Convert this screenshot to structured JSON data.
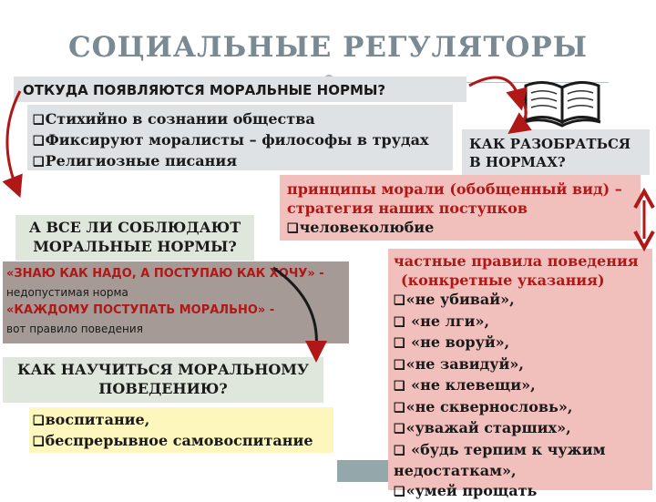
{
  "title": "СОЦИАЛЬНЫЕ РЕГУЛЯТОРЫ",
  "q1": "ОТКУДА ПОЯВЛЯЮТСЯ МОРАЛЬНЫЕ НОРМЫ?",
  "sources": [
    "Стихийно в сознании общества",
    "Фиксируют моралисты – философы в трудах",
    "Религиозные писания"
  ],
  "q2": [
    "КАК РАЗОБРАТЬСЯ",
    "В НОРМАХ?"
  ],
  "principles": {
    "heading": [
      "принципы морали (обобщенный вид) –",
      "стратегия наших поступков"
    ],
    "item": "человеколюбие"
  },
  "q3": [
    "А ВСЕ ЛИ СОБЛЮДАЮТ",
    "МОРАЛЬНЫЕ НОРМЫ?"
  ],
  "quotes": {
    "q_a": "«ЗНАЮ  КАК  НАДО, А ПОСТУПАЮ КАК ХОЧУ» -",
    "a_a": "недопустимая норма",
    "q_b": "«КАЖДОМУ ПОСТУПАТЬ МОРАЛЬНО» -",
    "a_b": "вот правило поведения"
  },
  "rules": {
    "heading": [
      "частные правила поведения",
      "(конкретные указания)"
    ],
    "items": [
      "«не убивай»,",
      " «не лги»,",
      " «не воруй»,",
      "«не завидуй»,",
      " «не клевещи»,",
      "«не сквернословь»,",
      "«уважай старших»,",
      " «будь терпим к чужим"
    ],
    "item8_cont": "недостаткам»,",
    "item9": "«умей прощать"
  },
  "q4": [
    "КАК НАУЧИТЬСЯ МОРАЛЬНОМУ",
    "ПОВЕДЕНИЮ?"
  ],
  "learning": [
    "воспитание,",
    "беспрерывное самовоспитание"
  ],
  "colors": {
    "title": "#7a8a94",
    "grey_box": "#dfe2e5",
    "green_box": "#dfe6dc",
    "taupe_box": "#a59a96",
    "pink_box": "#f2c0bc",
    "yellow_box": "#fdf6bd",
    "teal_bar": "#94a8ac",
    "arrow_red": "#b01818"
  }
}
